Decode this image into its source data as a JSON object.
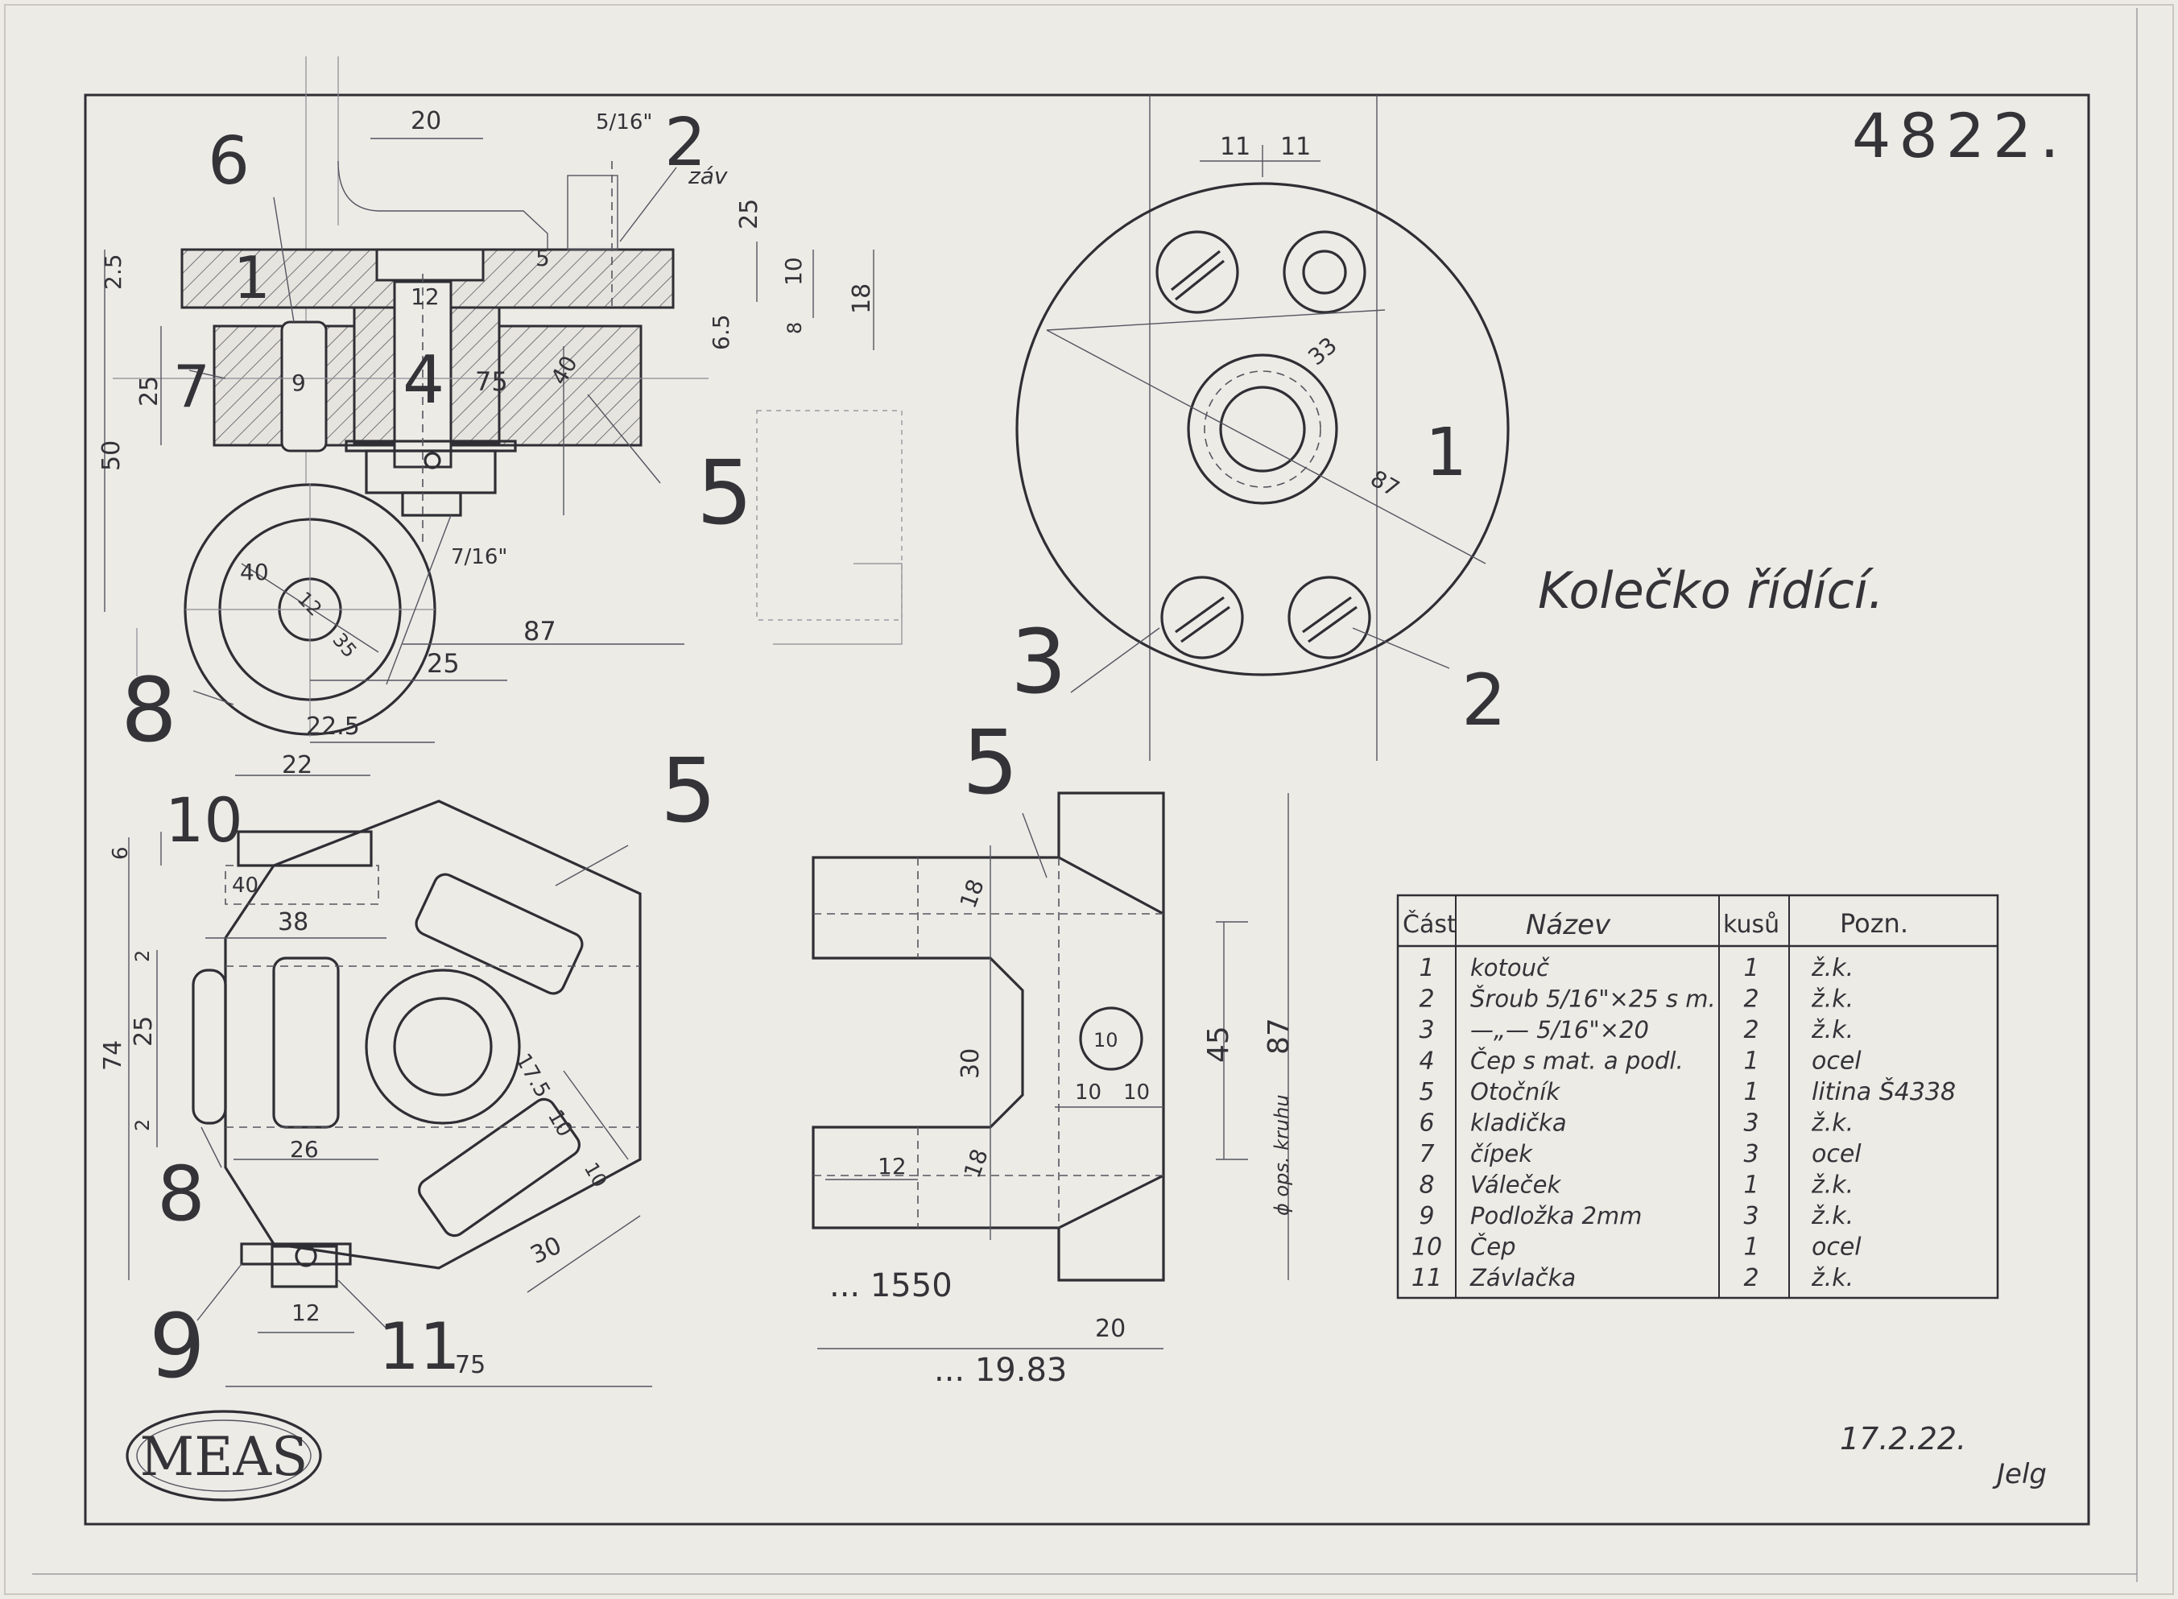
{
  "drawing": {
    "number": "4822.",
    "title": "Kolečko řídící.",
    "date": "17.2.22.",
    "signature": "Jelg",
    "logo": "MEAS"
  },
  "parts_table": {
    "headers": [
      "Část",
      "Název",
      "kusů",
      "Pozn."
    ],
    "rows": [
      [
        "1",
        "kotouč",
        "1",
        "ž.k."
      ],
      [
        "2",
        "Šroub 5/16\"×25 s m.",
        "2",
        "ž.k."
      ],
      [
        "3",
        "—„— 5/16\"×20",
        "2",
        "ž.k."
      ],
      [
        "4",
        "Čep s mat. a podl.",
        "1",
        "ocel"
      ],
      [
        "5",
        "Otočník",
        "1",
        "litina Š4338"
      ],
      [
        "6",
        "kladička",
        "3",
        "ž.k."
      ],
      [
        "7",
        "čípek",
        "3",
        "ocel"
      ],
      [
        "8",
        "Váleček",
        "1",
        "ž.k."
      ],
      [
        "9",
        "Podložka 2mm",
        "3",
        "ž.k."
      ],
      [
        "10",
        "Čep",
        "1",
        "ocel"
      ],
      [
        "11",
        "Závlačka",
        "2",
        "ž.k."
      ]
    ]
  },
  "part_labels": {
    "p1_section": "1",
    "p6": "6",
    "p2_top": "2",
    "p7": "7",
    "p4": "4",
    "p5_section": "5",
    "p8_top": "8",
    "p1_circle": "1",
    "p3": "3",
    "p2_circle": "2",
    "p5_plan": "5",
    "p10": "10",
    "p8_plan": "8",
    "p9": "9",
    "p11": "11",
    "p5_side": "5"
  },
  "dimensions": {
    "d20_top": "20",
    "d5_16": "5/16\"",
    "zav": "záv",
    "d25_v": "25",
    "d2_5": "2.5",
    "d5": "5",
    "d10": "10",
    "d18": "18",
    "d12_shaft": "12",
    "d6_5": "6.5",
    "d8": "8",
    "d50": "50",
    "d25_left": "25",
    "d9": "9",
    "d75": "75",
    "d40_v": "40",
    "d7_16": "7/16\"",
    "d40_ring": "40",
    "d12_ring": "12",
    "d35": "35",
    "d87_h": "87",
    "d25_h": "25",
    "d22_5": "22.5",
    "d11a": "11",
    "d11b": "11",
    "d33": "33",
    "d87_c": "87",
    "d22": "22",
    "d6": "6",
    "d40_plan": "40",
    "d38": "38",
    "d2a": "2",
    "d74": "74",
    "d25_plan": "25",
    "d2b": "2",
    "d17_5": "17.5",
    "d10_slot": "10",
    "d26": "26",
    "d10_slot2": "10",
    "d30": "30",
    "d12_pin": "12",
    "d75_plan": "75",
    "d18_side_a": "18",
    "d30_side": "30",
    "d10_hole": "10",
    "d10a": "10",
    "d10b": "10",
    "d18_side_b": "18",
    "d12_side": "12",
    "d45": "45",
    "d87_side": "87",
    "ops_kruhu": "ϕ ops. kruhu",
    "d20_side": "20"
  },
  "faint_marks": {
    "stamp1": "... 1550",
    "stamp2": "... 19.83"
  }
}
